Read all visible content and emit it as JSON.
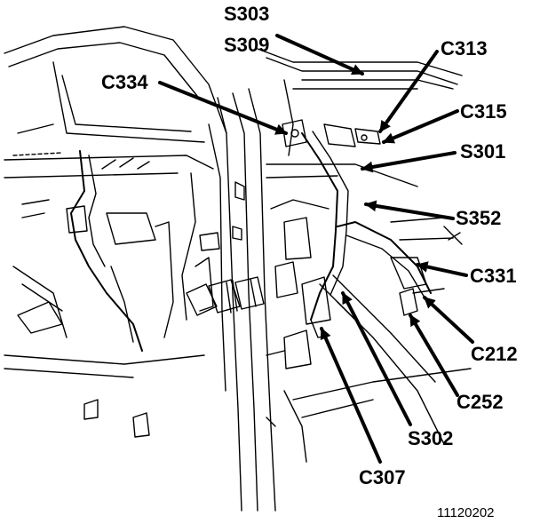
{
  "diagram": {
    "labels": {
      "s303": "S303",
      "s309": "S309",
      "c313": "C313",
      "c334": "C334",
      "c315": "C315",
      "s301": "S301",
      "s352": "S352",
      "c331": "C331",
      "c212": "C212",
      "c252": "C252",
      "s302": "S302",
      "c307": "C307"
    },
    "figure_number": "11120202"
  },
  "colors": {
    "ink": "#000000",
    "paper": "#ffffff"
  }
}
